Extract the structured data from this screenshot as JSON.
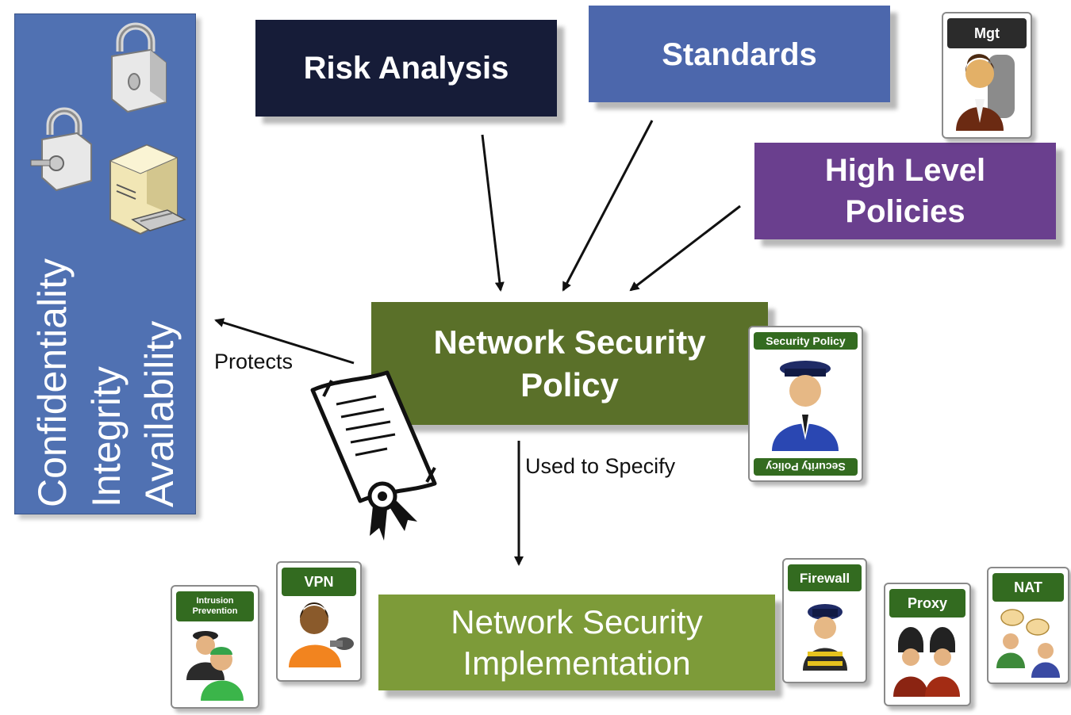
{
  "boxes": {
    "risk_analysis": "Risk Analysis",
    "standards": "Standards",
    "high_level_policies_line1": "High Level",
    "high_level_policies_line2": "Policies",
    "nsp_line1": "Network Security",
    "nsp_line2": "Policy",
    "nsi_line1": "Network Security",
    "nsi_line2": "Implementation"
  },
  "cia": {
    "confidentiality": "Confidentiality",
    "integrity": "Integrity",
    "availability": "Availability"
  },
  "labels": {
    "protects": "Protects",
    "used_to_specify": "Used to Specify"
  },
  "cards": {
    "mgt": "Mgt",
    "security_policy": "Security Policy",
    "security_policy_bottom": "Security Policy",
    "intrusion_prevention_line1": "Intrusion",
    "intrusion_prevention_line2": "Prevention",
    "vpn": "VPN",
    "firewall": "Firewall",
    "proxy": "Proxy",
    "nat": "NAT"
  },
  "colors": {
    "risk_analysis": "#161c38",
    "standards": "#4c67ac",
    "high_level_policies": "#6a3f8e",
    "network_security_policy": "#5a7029",
    "network_security_implementation": "#7d9b39",
    "cia_panel": "#5071b2",
    "card_header": "#336b20"
  }
}
